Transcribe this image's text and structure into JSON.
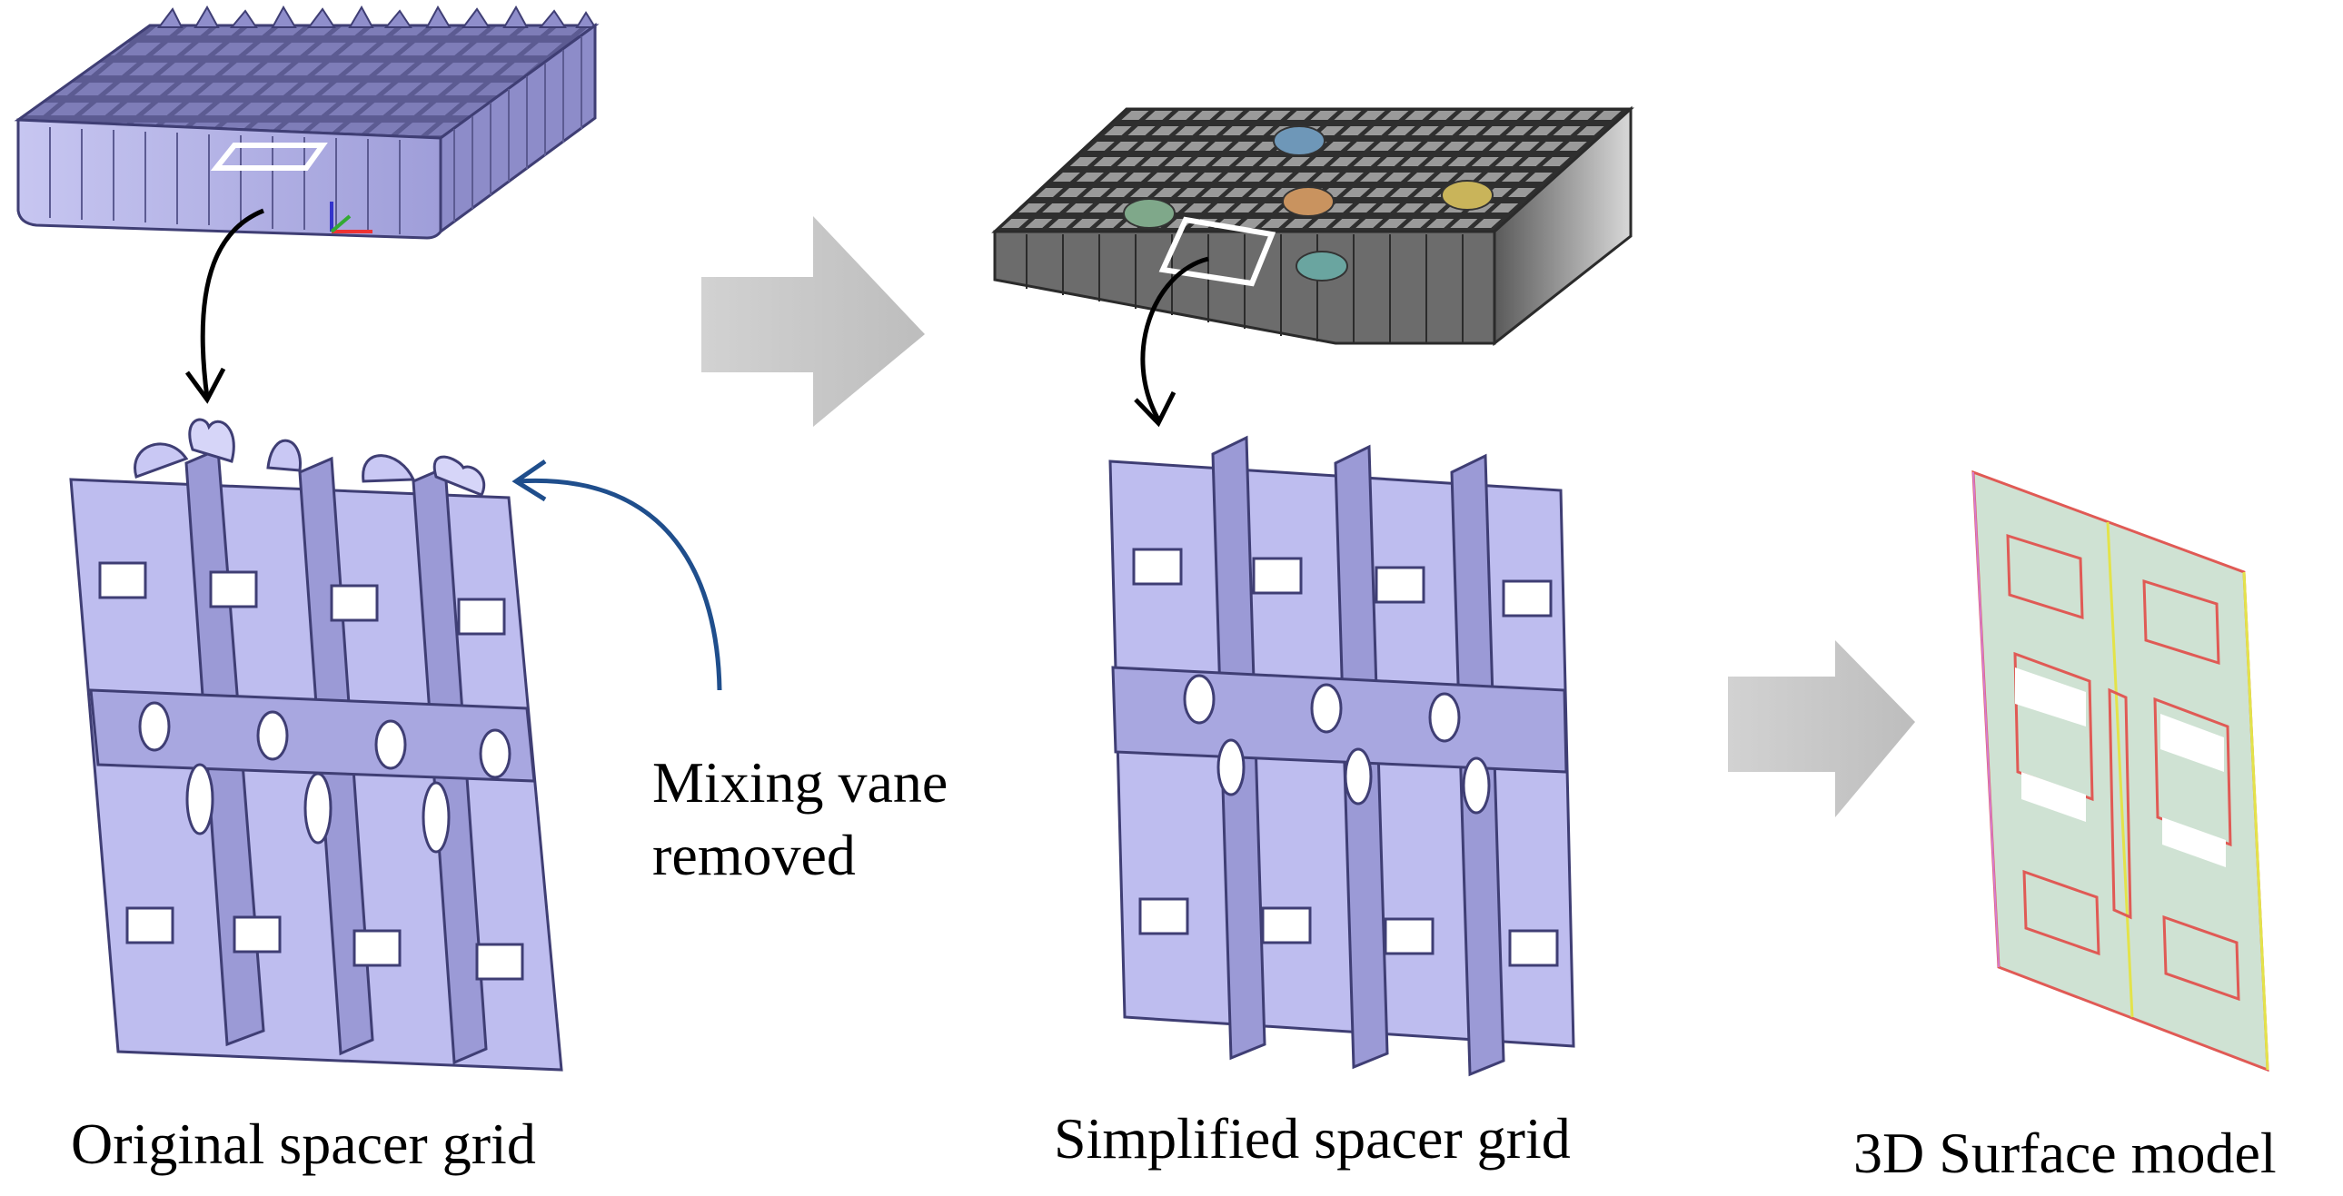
{
  "figure": {
    "captions": {
      "original": "Original spacer grid",
      "simplified": "Simplified spacer grid",
      "surface": "3D Surface model"
    },
    "annotation": {
      "line1": "Mixing vane",
      "line2": "removed"
    }
  },
  "colors": {
    "grid_lavender": "#b9b8ea",
    "grid_lavender_dark": "#8887c4",
    "grid_outline": "#3f3e74",
    "grid_gray": "#8a8a8a",
    "grid_gray_dark": "#3b3b3b",
    "arrow_gray": "#c8c8c8",
    "annotation_arrow": "#1f4e8c",
    "surface_fill": "#cfe2d3",
    "surface_edge": "#e05a55",
    "surface_seam": "#e3e34a",
    "surface_side": "#d67ad0",
    "guide_strap_blue": "#6e97b8",
    "guide_strap_orange": "#c9935f",
    "guide_strap_yellow": "#c9b45a",
    "guide_strap_green": "#7fa88a",
    "guide_strap_teal": "#6aa5a0"
  },
  "icons": [
    "process-arrow-icon",
    "callout-arrow-icon"
  ]
}
